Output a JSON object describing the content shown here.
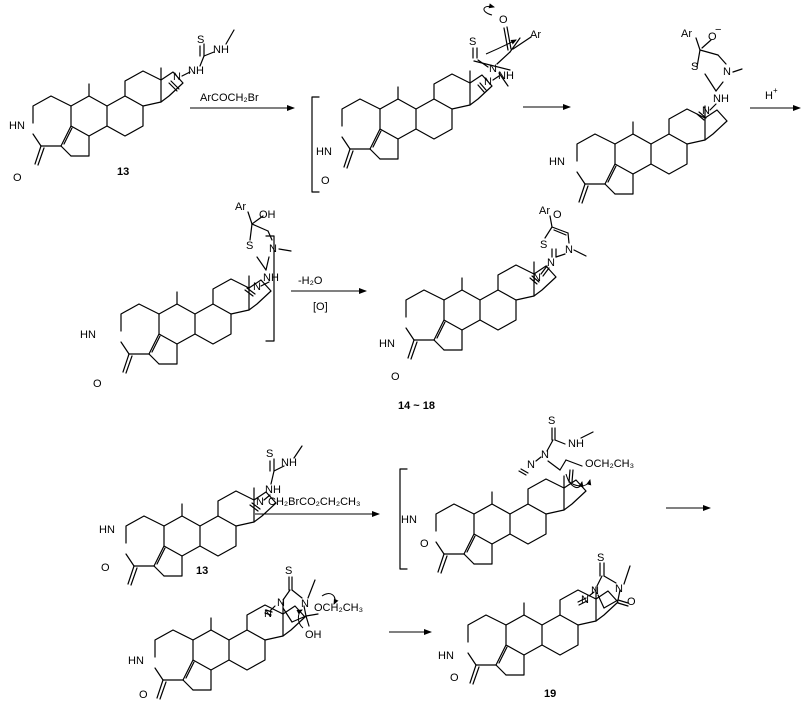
{
  "atoms": {
    "nh": "NH",
    "n": "N",
    "s": "S",
    "o": "O",
    "hn": "HN",
    "ar": "Ar",
    "oh": "OH",
    "o_minus": "O",
    "minus": "−",
    "ethoxy": "OCH₂CH₃",
    "oethyl": "OCH₂CH₃"
  },
  "compounds": {
    "c13_top": "13",
    "c14_18": "14 ~ 18",
    "c13_bottom": "13",
    "c19": "19"
  },
  "conditions": {
    "r1": "ArCOCH₂Br",
    "r2_h": "H",
    "r2_plus": "+",
    "r3_water": "-H₂O",
    "r3_ox": "[O]",
    "r4": "CH₂BrCO₂CH₂CH₃"
  }
}
